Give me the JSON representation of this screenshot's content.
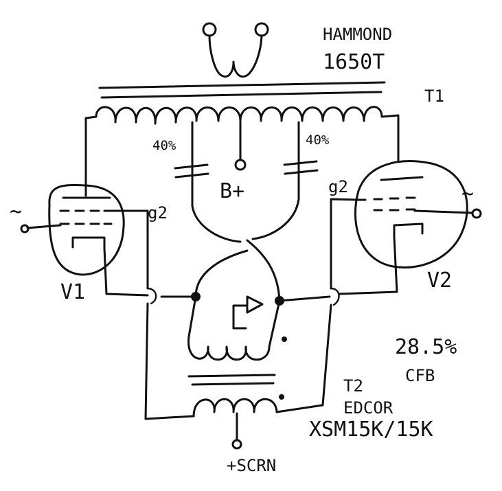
{
  "labels": {
    "t1_brand": "HAMMOND",
    "t1_model": "1650T",
    "t1_ref": "T1",
    "tap_left": "40%",
    "tap_right": "40%",
    "supply": "B+",
    "grid2_left": "g2",
    "grid2_right": "g2",
    "tube_left": "V1",
    "tube_right": "V2",
    "feedback_pct": "28.5%",
    "feedback_type": "CFB",
    "t2_ref": "T2",
    "t2_brand": "EDCOR",
    "t2_model": "XSM15K/15K",
    "screen": "+SCRN",
    "input_left": "~",
    "input_right": "~"
  },
  "icons": {
    "amplifier": "triangle-amplifier-icon",
    "transformer": "transformer-icon",
    "tube": "pentode-tube-icon"
  }
}
